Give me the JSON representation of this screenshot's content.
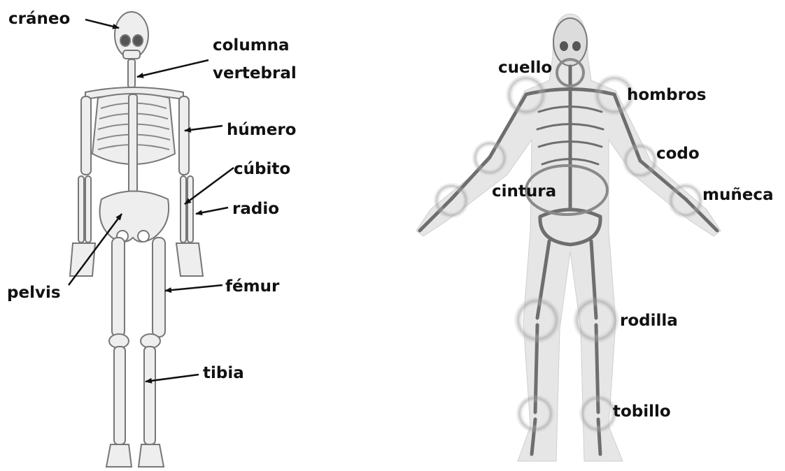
{
  "left_figure": {
    "labels": {
      "craneo": "cráneo",
      "columna_1": "columna",
      "columna_2": "vertebral",
      "humero": "húmero",
      "cubito": "cúbito",
      "radio": "radio",
      "pelvis": "pelvis",
      "femur": "fémur",
      "tibia": "tibia"
    }
  },
  "right_figure": {
    "labels": {
      "cuello": "cuello",
      "hombros": "hombros",
      "codo": "codo",
      "cintura": "cintura",
      "muneca": "muñeca",
      "rodilla": "rodilla",
      "tobillo": "tobillo"
    }
  },
  "colors": {
    "bone_fill": "#eeeeee",
    "bone_stroke": "#777777",
    "body_fill": "#e6e6e6",
    "joint_ring": "#8a8a8a",
    "text": "#111111"
  }
}
